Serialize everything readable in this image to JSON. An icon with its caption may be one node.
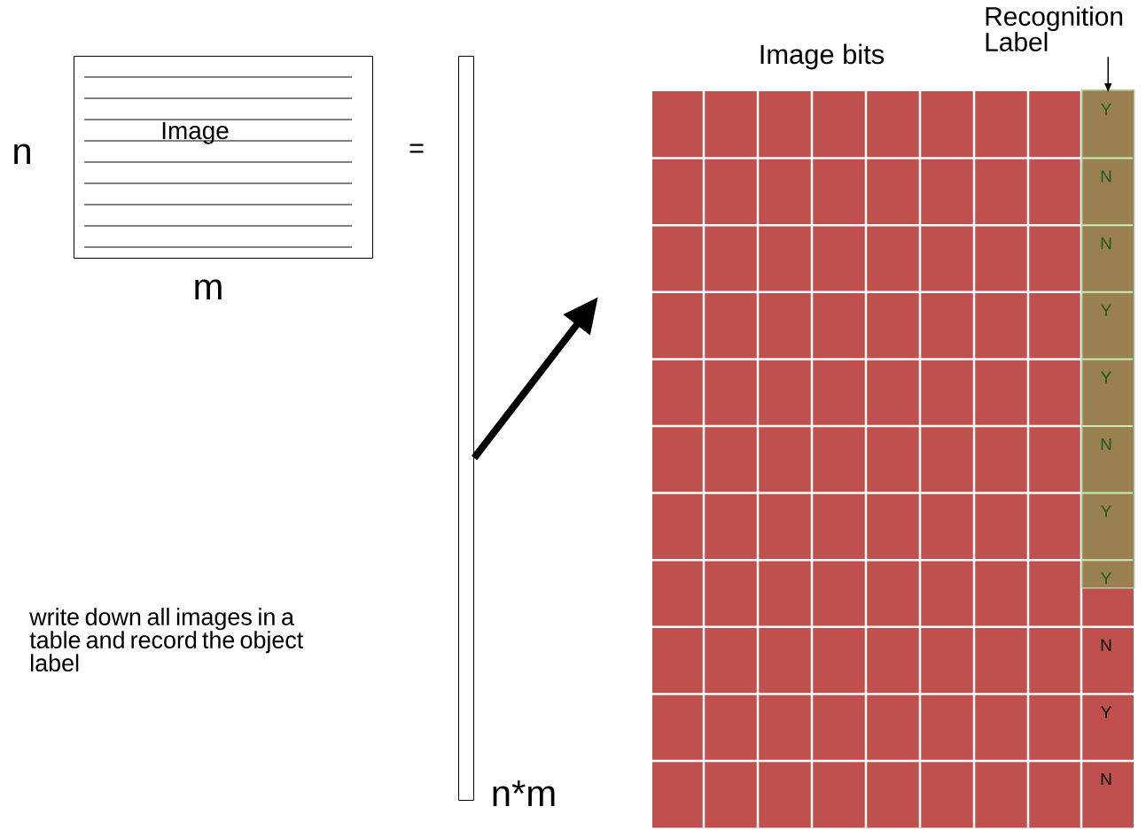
{
  "diagram": {
    "nodes": [
      {
        "text": [
          "Image"
        ]
      },
      {
        "text": [],
        "shape": "bar"
      },
      {
        "text": [
          "Recognition Label"
        ]
      },
      {
        "text": [],
        "shape": "box"
      }
    ],
    "edges": [
      {
        "from": 1,
        "to": null,
        "arrow": "to",
        "style": "thick"
      },
      {
        "from": 2,
        "to": 3,
        "arrow": "to"
      }
    ],
    "labels": [
      "Image bits",
      "n",
      "=",
      "m",
      "write down all images in a table and record the object label",
      "n*m",
      "Y",
      "N",
      "N",
      "Y",
      "Y",
      "N",
      "Y",
      "Y",
      "N",
      "Y",
      "N"
    ]
  }
}
